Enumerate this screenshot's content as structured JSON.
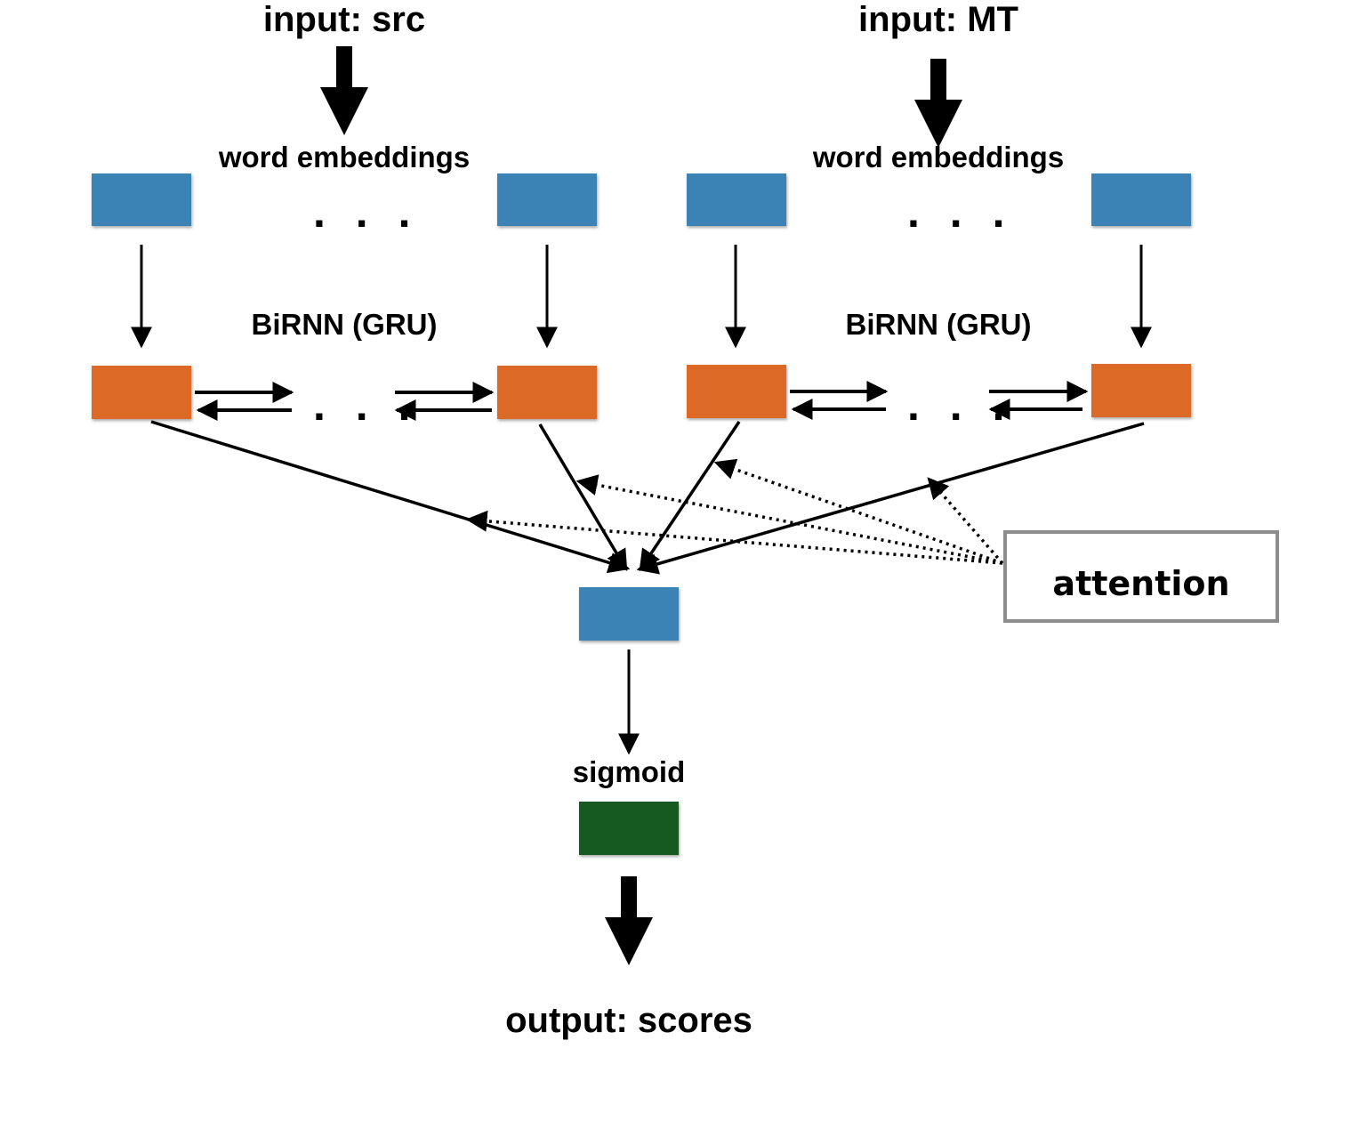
{
  "labels": {
    "input_src": "input: src",
    "input_mt": "input: MT",
    "word_embeddings_src": "word embeddings",
    "word_embeddings_mt": "word embeddings",
    "birnn_src": "BiRNN (GRU)",
    "birnn_mt": "BiRNN (GRU)",
    "attention": "attention",
    "sigmoid": "sigmoid",
    "output": "output: scores",
    "ellipsis": ". . ."
  },
  "colors": {
    "embedding": "#3a82b5",
    "birnn": "#dc6a25",
    "output": "#195a21",
    "attention_border": "#8c8c8c",
    "edge": "#000000"
  }
}
